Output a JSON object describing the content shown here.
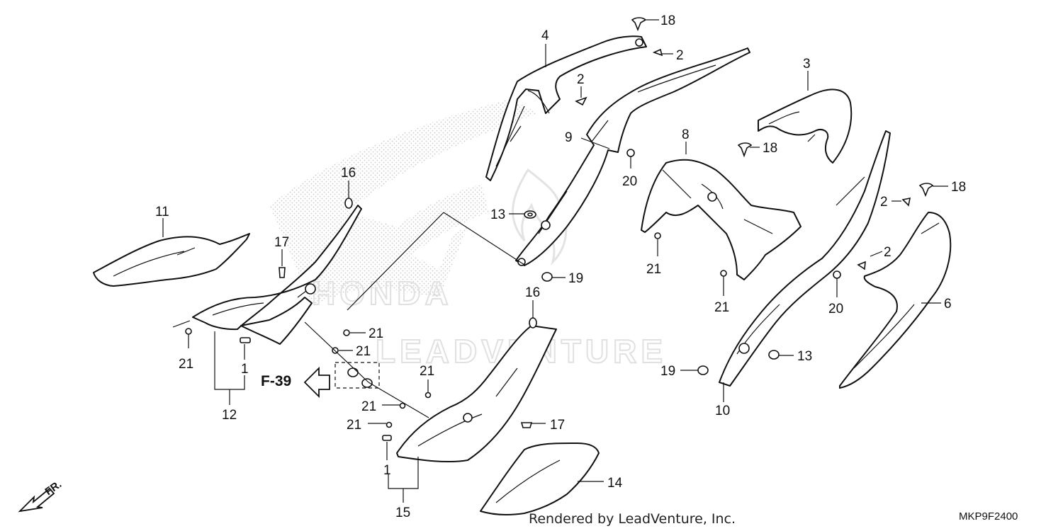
{
  "watermark": {
    "line1": "HONDA",
    "line2": "LEADVENTURE"
  },
  "reference": {
    "label": "F-39"
  },
  "orientation": {
    "label": "FR."
  },
  "footer": {
    "credit": "Rendered by LeadVenture, Inc.",
    "diagram_code": "MKP9F2400"
  },
  "callouts": [
    {
      "id": "c4",
      "text": "4"
    },
    {
      "id": "c18a",
      "text": "18"
    },
    {
      "id": "c2a",
      "text": "2"
    },
    {
      "id": "c2b",
      "text": "2"
    },
    {
      "id": "c3",
      "text": "3"
    },
    {
      "id": "c9",
      "text": "9"
    },
    {
      "id": "c20a",
      "text": "20"
    },
    {
      "id": "c8",
      "text": "8"
    },
    {
      "id": "c18b",
      "text": "18"
    },
    {
      "id": "c16a",
      "text": "16"
    },
    {
      "id": "c11",
      "text": "11"
    },
    {
      "id": "c13a",
      "text": "13"
    },
    {
      "id": "c17a",
      "text": "17"
    },
    {
      "id": "c19a",
      "text": "19"
    },
    {
      "id": "c21a",
      "text": "21"
    },
    {
      "id": "c16b",
      "text": "16"
    },
    {
      "id": "c21b",
      "text": "21"
    },
    {
      "id": "c21c",
      "text": "21"
    },
    {
      "id": "c21d",
      "text": "21"
    },
    {
      "id": "c1a",
      "text": "1"
    },
    {
      "id": "c12",
      "text": "12"
    },
    {
      "id": "c21e",
      "text": "21"
    },
    {
      "id": "c21f",
      "text": "21"
    },
    {
      "id": "c21g",
      "text": "21"
    },
    {
      "id": "c17b",
      "text": "17"
    },
    {
      "id": "c1b",
      "text": "1"
    },
    {
      "id": "c15",
      "text": "15"
    },
    {
      "id": "c14",
      "text": "14"
    },
    {
      "id": "c21h",
      "text": "21"
    },
    {
      "id": "c20b",
      "text": "20"
    },
    {
      "id": "c13b",
      "text": "13"
    },
    {
      "id": "c19b",
      "text": "19"
    },
    {
      "id": "c10",
      "text": "10"
    },
    {
      "id": "c2c",
      "text": "2"
    },
    {
      "id": "c18c",
      "text": "18"
    },
    {
      "id": "c2d",
      "text": "2"
    },
    {
      "id": "c6",
      "text": "6"
    }
  ]
}
